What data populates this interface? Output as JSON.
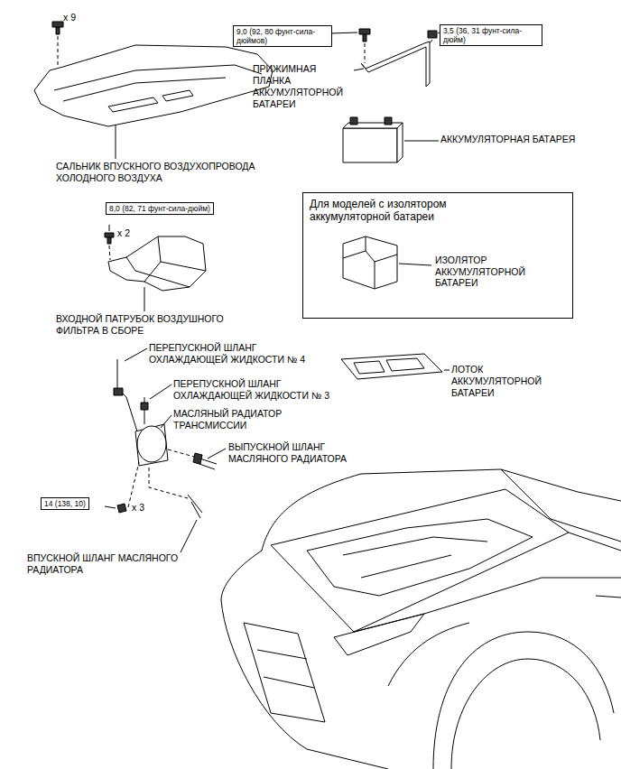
{
  "diagram": {
    "nodes": [
      {
        "text": [
          "9,0 (92, 80 фунт-сила-дюймов)"
        ]
      },
      {
        "text": [
          "3,5 (36, 31 фунт-сила-дюйм)"
        ]
      },
      {
        "text": [
          "8,0 (82, 71 фунт-сила-дюйм)"
        ]
      },
      {
        "text": [
          "Для моделей с изолятором аккумуляторной батареи",
          "ИЗОЛЯТОР АККУМУЛЯТОРНОЙ БАТАРЕИ"
        ]
      },
      {
        "text": [
          "14 (138, 10)"
        ]
      }
    ],
    "edges": [],
    "labels": [
      "x 9",
      "САЛЬНИК ВПУСКНОГО ВОЗДУХОПРОВОДА ХОЛОДНОГО ВОЗДУХА",
      "ПРИЖИМНАЯ ПЛАНКА АККУМУЛЯТОРНОЙ БАТАРЕИ",
      "АККУМУЛЯТОРНАЯ БАТАРЕЯ",
      "x 2",
      "ВХОДНОЙ ПАТРУБОК ВОЗДУШНОГО ФИЛЬТРА В СБОРЕ",
      "ЛОТОК АККУМУЛЯТОРНОЙ БАТАРЕИ",
      "ПЕРЕПУСКНОЙ ШЛАНГ ОХЛАЖДАЮЩЕЙ ЖИДКОСТИ № 4",
      "ПЕРЕПУСКНОЙ ШЛАНГ ОХЛАЖДАЮЩЕЙ ЖИДКОСТИ № 3",
      "МАСЛЯНЫЙ РАДИАТОР ТРАНСМИССИИ",
      "ВЫПУСКНОЙ ШЛАНГ МАСЛЯНОГО РАДИАТОРА",
      "x 3",
      "ВПУСКНОЙ ШЛАНГ МАСЛЯНОГО РАДИАТОРА"
    ]
  }
}
